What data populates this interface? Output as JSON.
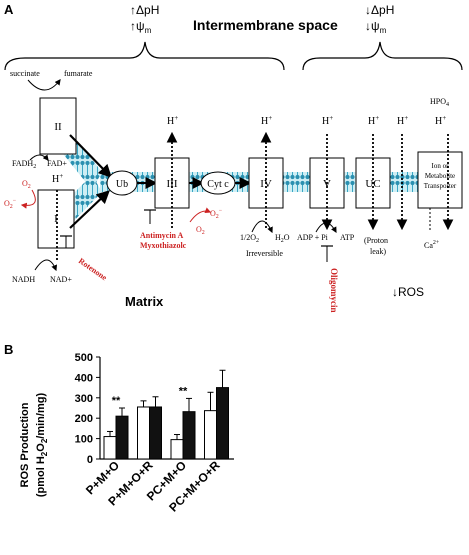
{
  "panel_a": {
    "label": "A",
    "intermembrane_title": "Intermembrane space",
    "matrix_title": "Matrix",
    "left_delta_ph": "↑ΔpH",
    "left_psi": "↑ψ",
    "left_psi_sub": "m",
    "right_delta_ph": "↓ΔpH",
    "right_psi": "↓ψ",
    "right_psi_sub": "m",
    "succinate": "succinate",
    "fumarate": "fumarate",
    "complex_ii": "II",
    "fadh2": "FADH",
    "fadh2_sub": "2",
    "fad": "FAD+",
    "complex_i": "I",
    "nadh": "NADH",
    "nad": "NAD+",
    "rotenone": "Rotenone",
    "o2": "O",
    "o2_sub": "2",
    "o2_minus": "O",
    "o2_minus_sub": "2",
    "o2_minus_sup": "−",
    "ub": "Ub",
    "complex_iii": "III",
    "cyt_c": "Cyt c",
    "complex_iv": "IV",
    "complex_v": "V",
    "uc": "UC",
    "antimycin": "Antimycin A",
    "myxothiazole": "Myxothiazolc",
    "iii_o2": "O",
    "iii_o2_sub": "2",
    "iii_o2_minus": "O",
    "iii_o2_minus_sub": "2",
    "iii_o2_minus_sup": "−",
    "half_o2": "1/2O",
    "half_o2_sub": "2",
    "h2o": "H",
    "h2o_sub": "2",
    "h2o_end": "O",
    "irreversible": "Irreversible",
    "adp": "ADP + Pi",
    "atp": "ATP",
    "oligomycin": "Oligomycin",
    "proton_leak_1": "(Proton",
    "proton_leak_2": "leak)",
    "transporter_1": "Ion or",
    "transporter_2": "Metabolite",
    "transporter_3": "Transporter",
    "hpo4": "HPO",
    "hpo4_sub": "4",
    "ca": "Ca",
    "ca_sup": "2+",
    "h_plus": "H",
    "h_plus_sup": "+",
    "ros": "↓ROS"
  },
  "chart_data": {
    "type": "bar",
    "panel_label": "B",
    "ylabel_line1": "ROS Production",
    "ylabel_line2_pre": "(pmol H",
    "ylabel_line2_sub": "2",
    "ylabel_line2_mid": "O",
    "ylabel_line2_sub2": "2",
    "ylabel_line2_post": "/min/mg)",
    "ylim": [
      0,
      500
    ],
    "yticks": [
      "0",
      "100",
      "200",
      "300",
      "400",
      "500"
    ],
    "categories": [
      "P+M+O",
      "P+M+O+R",
      "PC+M+O",
      "PC+M+O+R"
    ],
    "series": [
      {
        "color": "#ffffff",
        "values": [
          110,
          255,
          95,
          237
        ],
        "errors": [
          25,
          30,
          25,
          90
        ]
      },
      {
        "color": "#111111",
        "values": [
          210,
          255,
          232,
          350
        ],
        "errors": [
          40,
          50,
          65,
          85
        ]
      }
    ],
    "annotations": [
      "**",
      "",
      "**",
      ""
    ]
  }
}
